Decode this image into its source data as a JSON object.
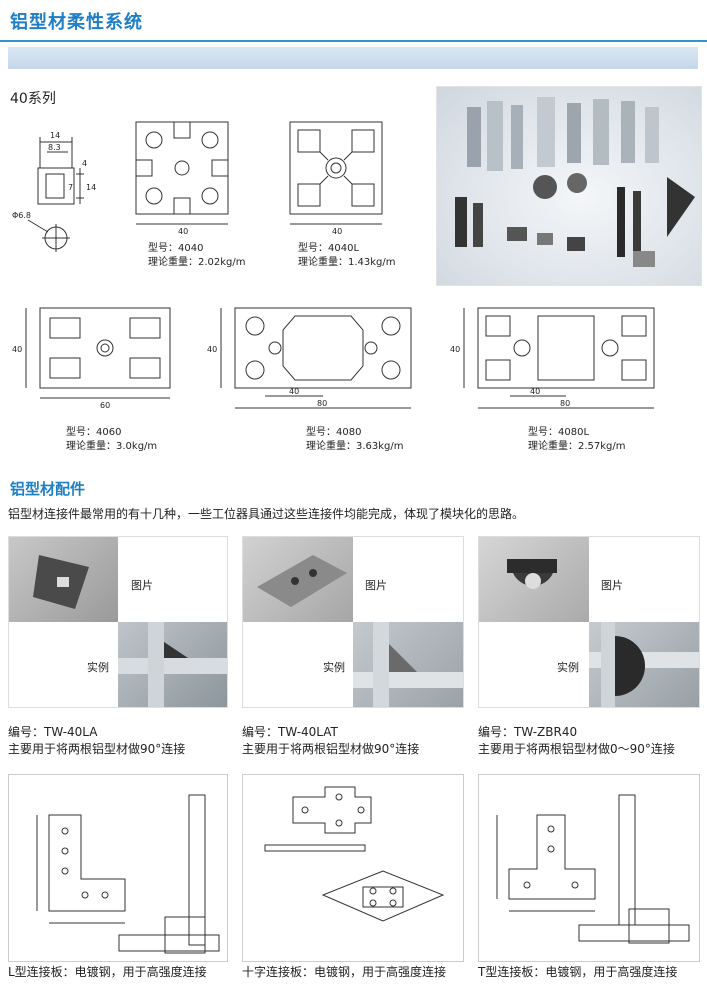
{
  "page": {
    "title": "铝型材柔性系统",
    "series_label": "40系列",
    "accessories_heading": "铝型材配件",
    "accessories_intro": "铝型材连接件最常用的有十几种，一些工位器具通过这些连接件均能完成，体现了模块化的思路。"
  },
  "detail_drawing": {
    "dims": [
      "14",
      "8.3",
      "4",
      "7",
      "14",
      "Φ6.8"
    ]
  },
  "profiles_row1": [
    {
      "model": "型号：4040",
      "weight": "理论重量：2.02kg/m",
      "dims": [
        "40"
      ]
    },
    {
      "model": "型号：4040L",
      "weight": "理论重量：1.43kg/m",
      "dims": [
        "40"
      ]
    }
  ],
  "profiles_row2": [
    {
      "model": "型号：4060",
      "weight": "理论重量：3.0kg/m",
      "dims": [
        "40",
        "60"
      ]
    },
    {
      "model": "型号：4080",
      "weight": "理论重量：3.63kg/m",
      "dims": [
        "40",
        "40",
        "80"
      ]
    },
    {
      "model": "型号：4080L",
      "weight": "理论重量：2.57kg/m",
      "dims": [
        "40",
        "40",
        "80"
      ]
    }
  ],
  "connectors": [
    {
      "pic_label": "图片",
      "real_label": "实例",
      "code": "编号：TW-40LA",
      "desc": "主要用于将两根铝型材做90°连接"
    },
    {
      "pic_label": "图片",
      "real_label": "实例",
      "code": "编号：TW-40LAT",
      "desc": "主要用于将两根铝型材做90°连接"
    },
    {
      "pic_label": "图片",
      "real_label": "实例",
      "code": "编号：TW-ZBR40",
      "desc": "主要用于将两根铝型材做0～90°连接"
    }
  ],
  "plates": [
    {
      "caption": "L型连接板：电镀钢，用于高强度连接"
    },
    {
      "caption": "十字连接板：电镀钢，用于高强度连接"
    },
    {
      "caption": "T型连接板：电镀钢，用于高强度连接"
    }
  ]
}
